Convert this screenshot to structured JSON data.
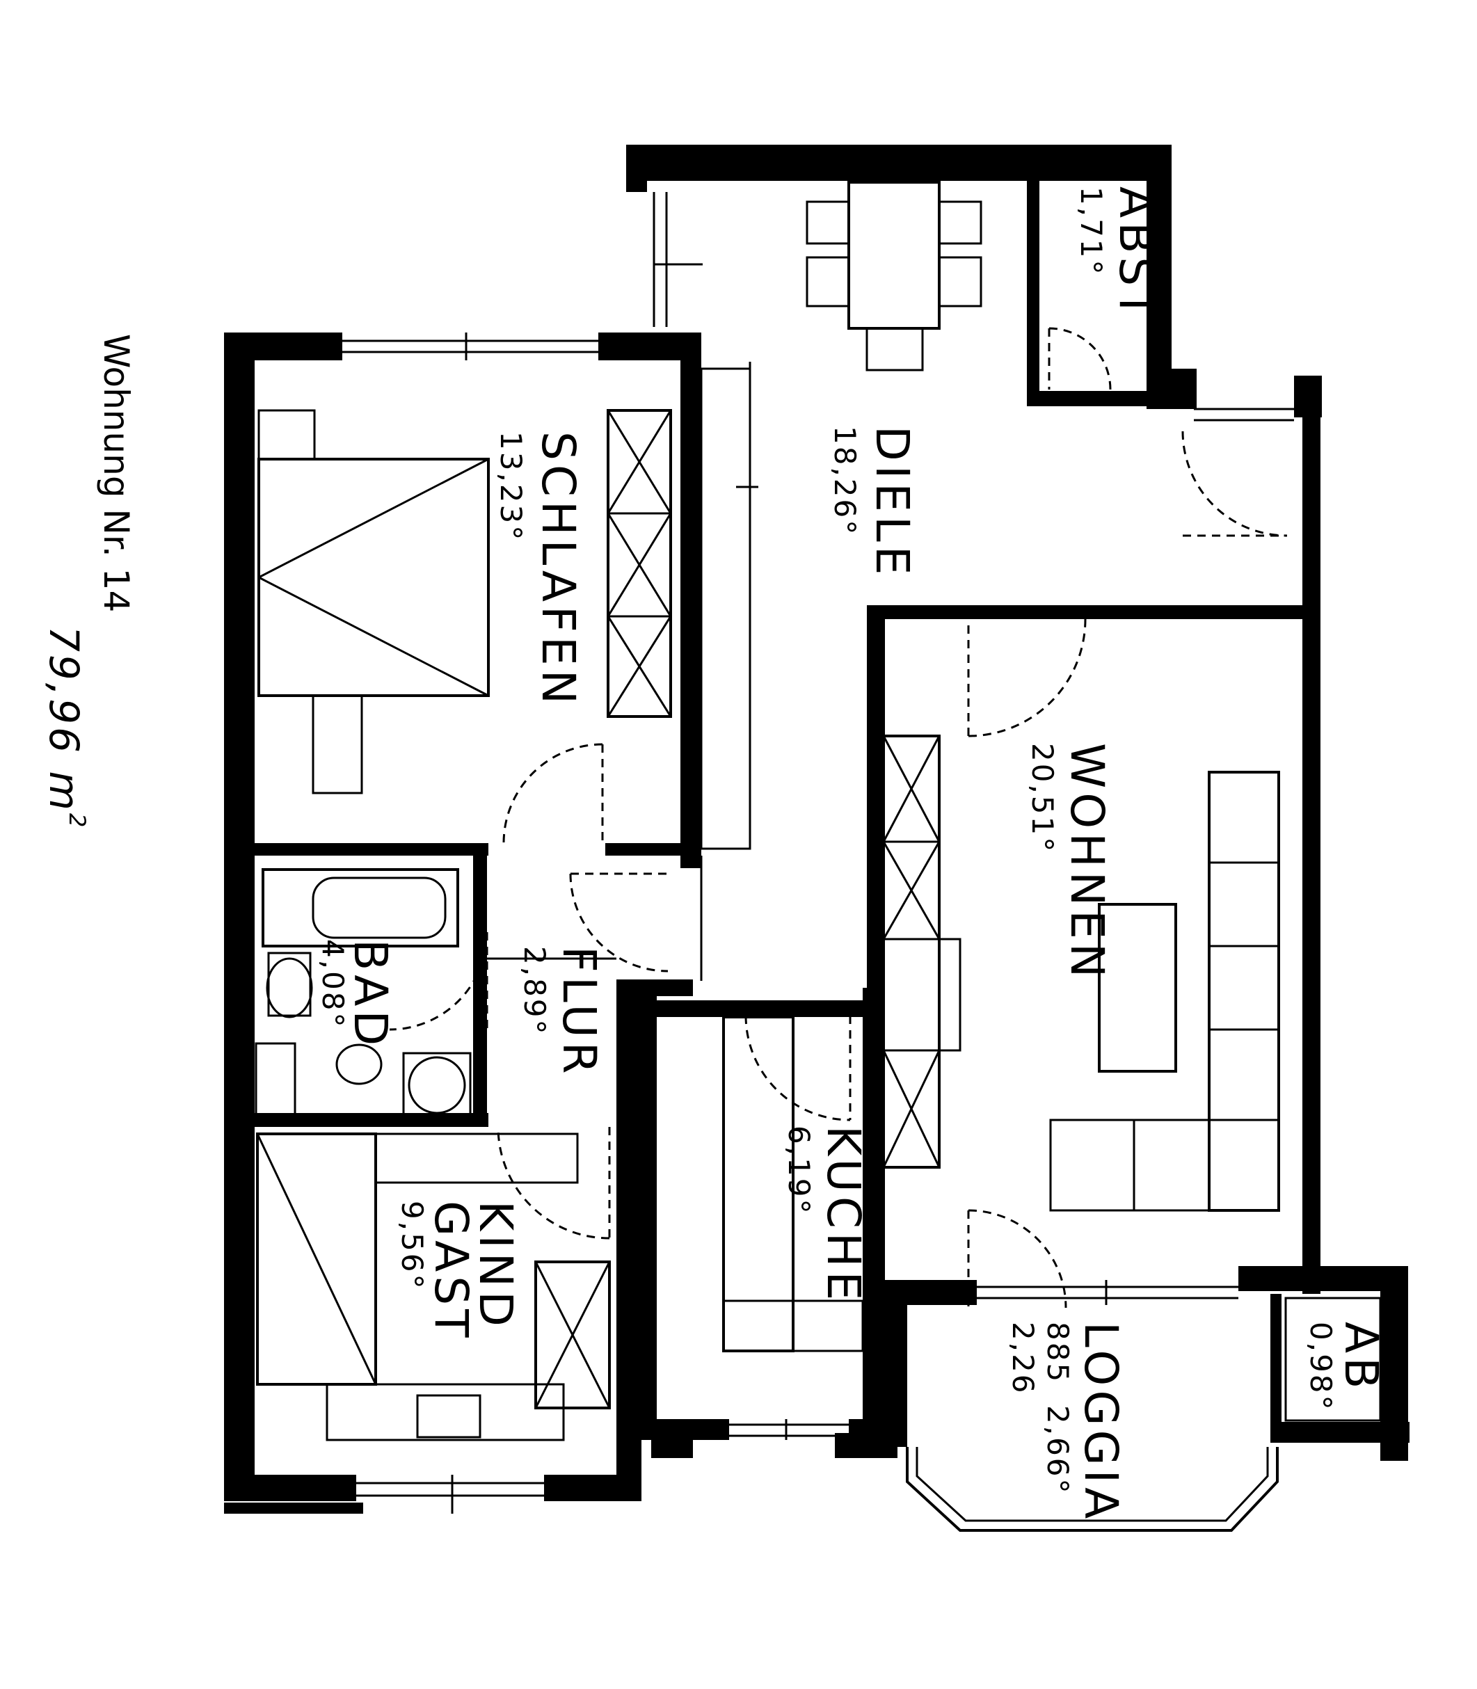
{
  "plan": {
    "title": "Wohnung Nr. 14",
    "total_area": "79,96 m",
    "total_area_sup": "2",
    "rooms": {
      "abst": {
        "name": "ABST",
        "area": "1,71°"
      },
      "diele": {
        "name": "DIELE",
        "area": "18,26°"
      },
      "schlafen": {
        "name": "SCHLAFEN",
        "area": "13,23°"
      },
      "wohnen": {
        "name": "WOHNEN",
        "area": "20,51°"
      },
      "flur": {
        "name": "FLUR",
        "area": "2,89°"
      },
      "bad": {
        "name": "BAD",
        "area": "4,08°"
      },
      "kueche": {
        "name": "KÜCHE",
        "area": "6,19°"
      },
      "kind": {
        "name": "KIND",
        "name2": "GAST",
        "area": "9,56°"
      },
      "loggia": {
        "name": "LOGGIA",
        "area": "2,66°",
        "dim1": "885",
        "dim2": "2,26"
      },
      "ab": {
        "name": "AB",
        "area": "0,98°"
      }
    }
  }
}
